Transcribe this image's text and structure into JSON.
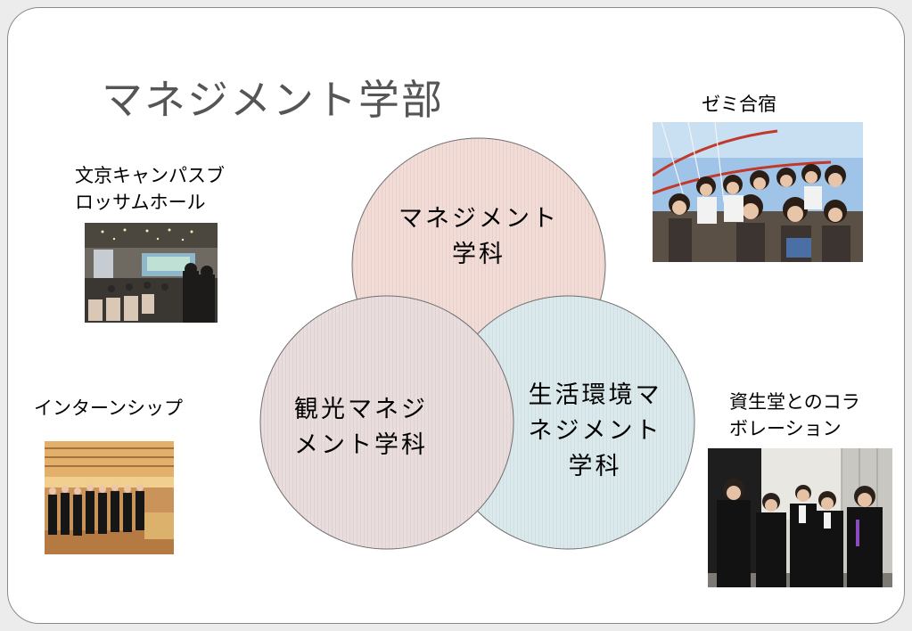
{
  "slide": {
    "title": "マネジメント学部"
  },
  "captions": {
    "bunkyo_line1": "文京キャンパスブ",
    "bunkyo_line2": "ロッサムホール",
    "seminar": "ゼミ合宿",
    "internship": "インターンシップ",
    "shiseido_line1": "資生堂とのコラ",
    "shiseido_line2": "ボレーション"
  },
  "venn": {
    "management": {
      "line1": "マネジメント",
      "line2": "学科"
    },
    "tourism": {
      "line1": "観光マネジ",
      "line2": "メント学科"
    },
    "living": {
      "line1": "生活環境マ",
      "line2": "ネジメント",
      "line3": "学科"
    }
  },
  "colors": {
    "management_fill": "#f1d8d4",
    "tourism_fill": "#e8dada",
    "living_fill": "#d9e7ea",
    "title_text": "#555555"
  },
  "icons": {
    "photo_hall": "auditorium-photo",
    "photo_seminar": "group-photo",
    "photo_internship": "internship-photo",
    "photo_shiseido": "collaboration-photo"
  }
}
